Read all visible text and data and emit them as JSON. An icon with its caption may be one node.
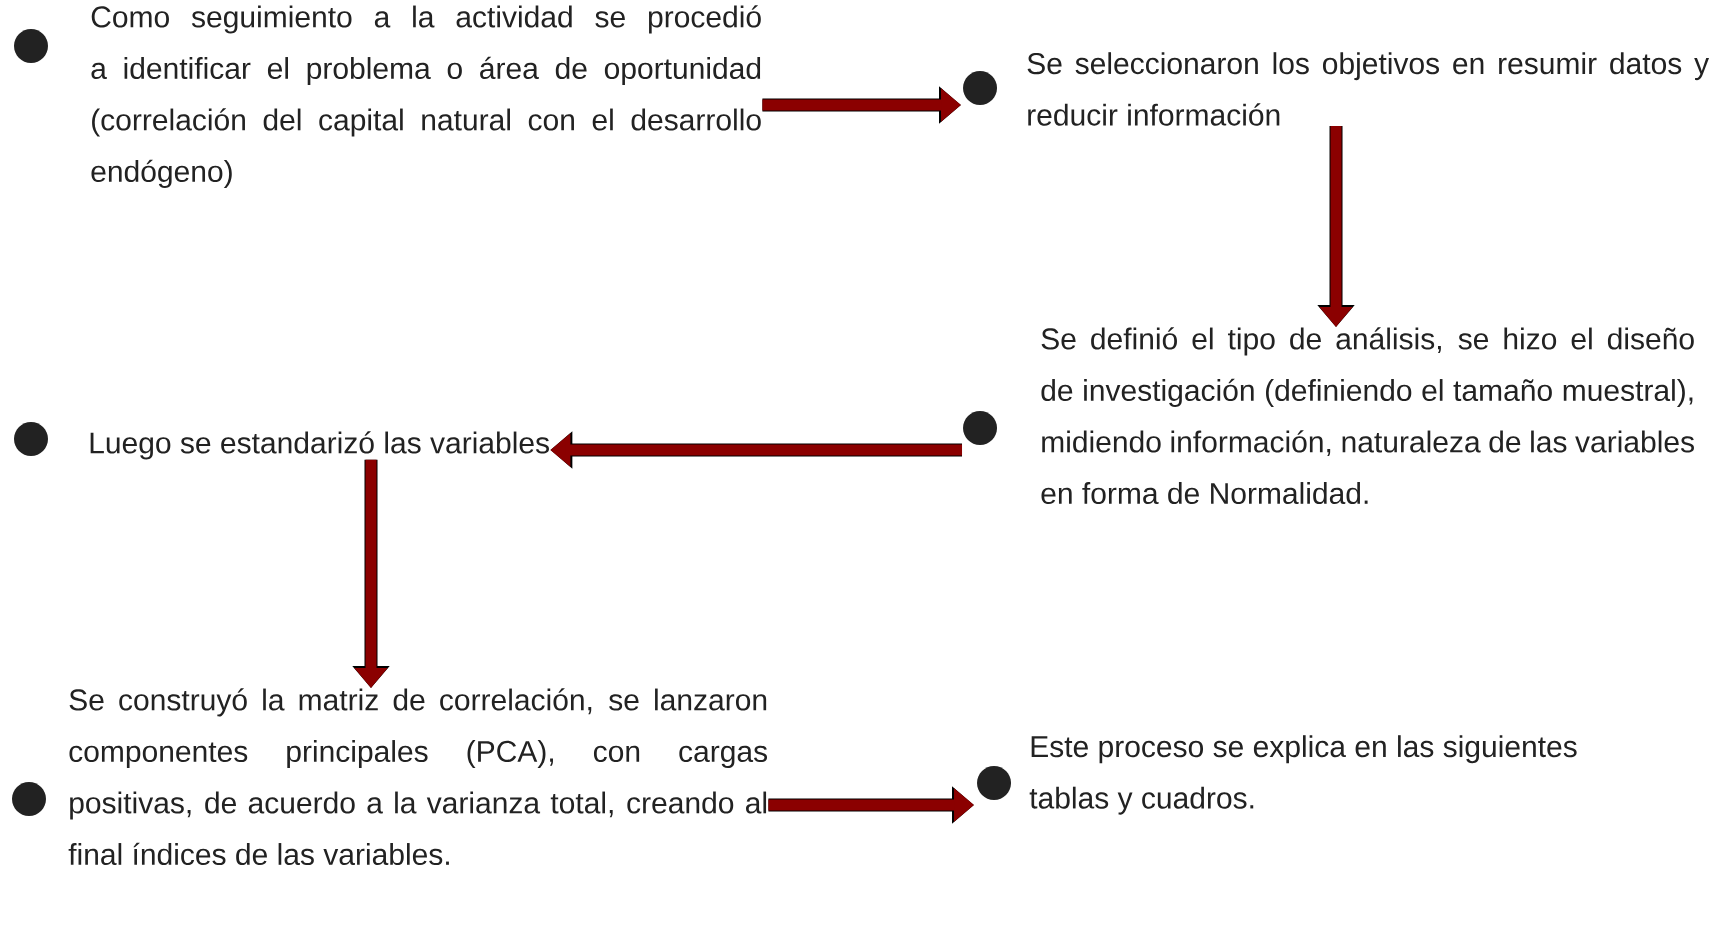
{
  "diagram": {
    "nodes": [
      {
        "text": [
          "Como seguimiento a la actividad se procedió a identificar el problema o área de oportunidad (correlación del capital natural con el desarrollo endógeno)"
        ]
      },
      {
        "text": [
          "Se seleccionaron los objetivos en resumir datos y reducir información"
        ]
      },
      {
        "text": [
          "Se definió el tipo de análisis, se hizo el diseño de investigación (definiendo el tamaño muestral), midiendo información, naturaleza de las variables en forma de Normalidad."
        ]
      },
      {
        "text": [
          "Luego se estandarizó las variables"
        ]
      },
      {
        "text": [
          "Se construyó la matriz de correlación, se lanzaron componentes principales (PCA), con cargas positivas, de acuerdo a la varianza total, creando al final índices de las variables."
        ]
      },
      {
        "text": [
          "Este proceso se explica en las siguientes tablas y cuadros."
        ]
      }
    ],
    "edges": [
      {
        "from": 0,
        "to": 1,
        "arrow": "to"
      },
      {
        "from": 1,
        "to": 2,
        "arrow": "to"
      },
      {
        "from": 2,
        "to": 3,
        "arrow": "to"
      },
      {
        "from": 3,
        "to": 4,
        "arrow": "to"
      },
      {
        "from": 4,
        "to": 5,
        "arrow": "to"
      }
    ]
  }
}
